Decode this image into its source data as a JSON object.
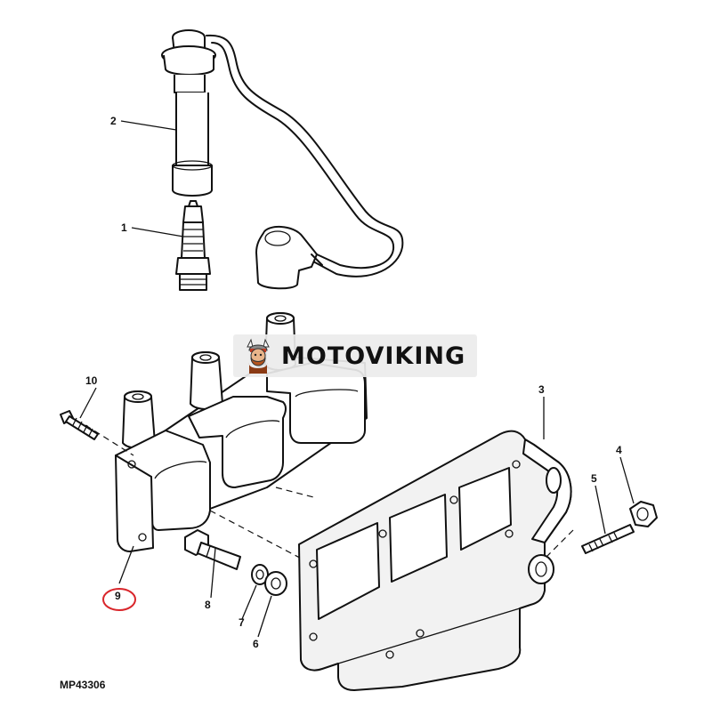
{
  "figure": {
    "id": "MP43306",
    "circled_callout": "9",
    "circle_color": "#d9262b"
  },
  "watermark": {
    "text": "MOTOVIKING",
    "logo_icon": "viking-mascot-icon"
  },
  "callouts": [
    {
      "key": "c1",
      "label": "1",
      "part": "spark-plug"
    },
    {
      "key": "c2",
      "label": "2",
      "part": "spark-plug-boot-wire"
    },
    {
      "key": "c3",
      "label": "3",
      "part": "mounting-bracket"
    },
    {
      "key": "c4",
      "label": "4",
      "part": "nut"
    },
    {
      "key": "c5",
      "label": "5",
      "part": "stud"
    },
    {
      "key": "c6",
      "label": "6",
      "part": "washer"
    },
    {
      "key": "c7",
      "label": "7",
      "part": "lock-washer"
    },
    {
      "key": "c8",
      "label": "8",
      "part": "bolt"
    },
    {
      "key": "c9",
      "label": "9",
      "part": "ignition-coil-pack"
    },
    {
      "key": "c10",
      "label": "10",
      "part": "screw"
    }
  ]
}
